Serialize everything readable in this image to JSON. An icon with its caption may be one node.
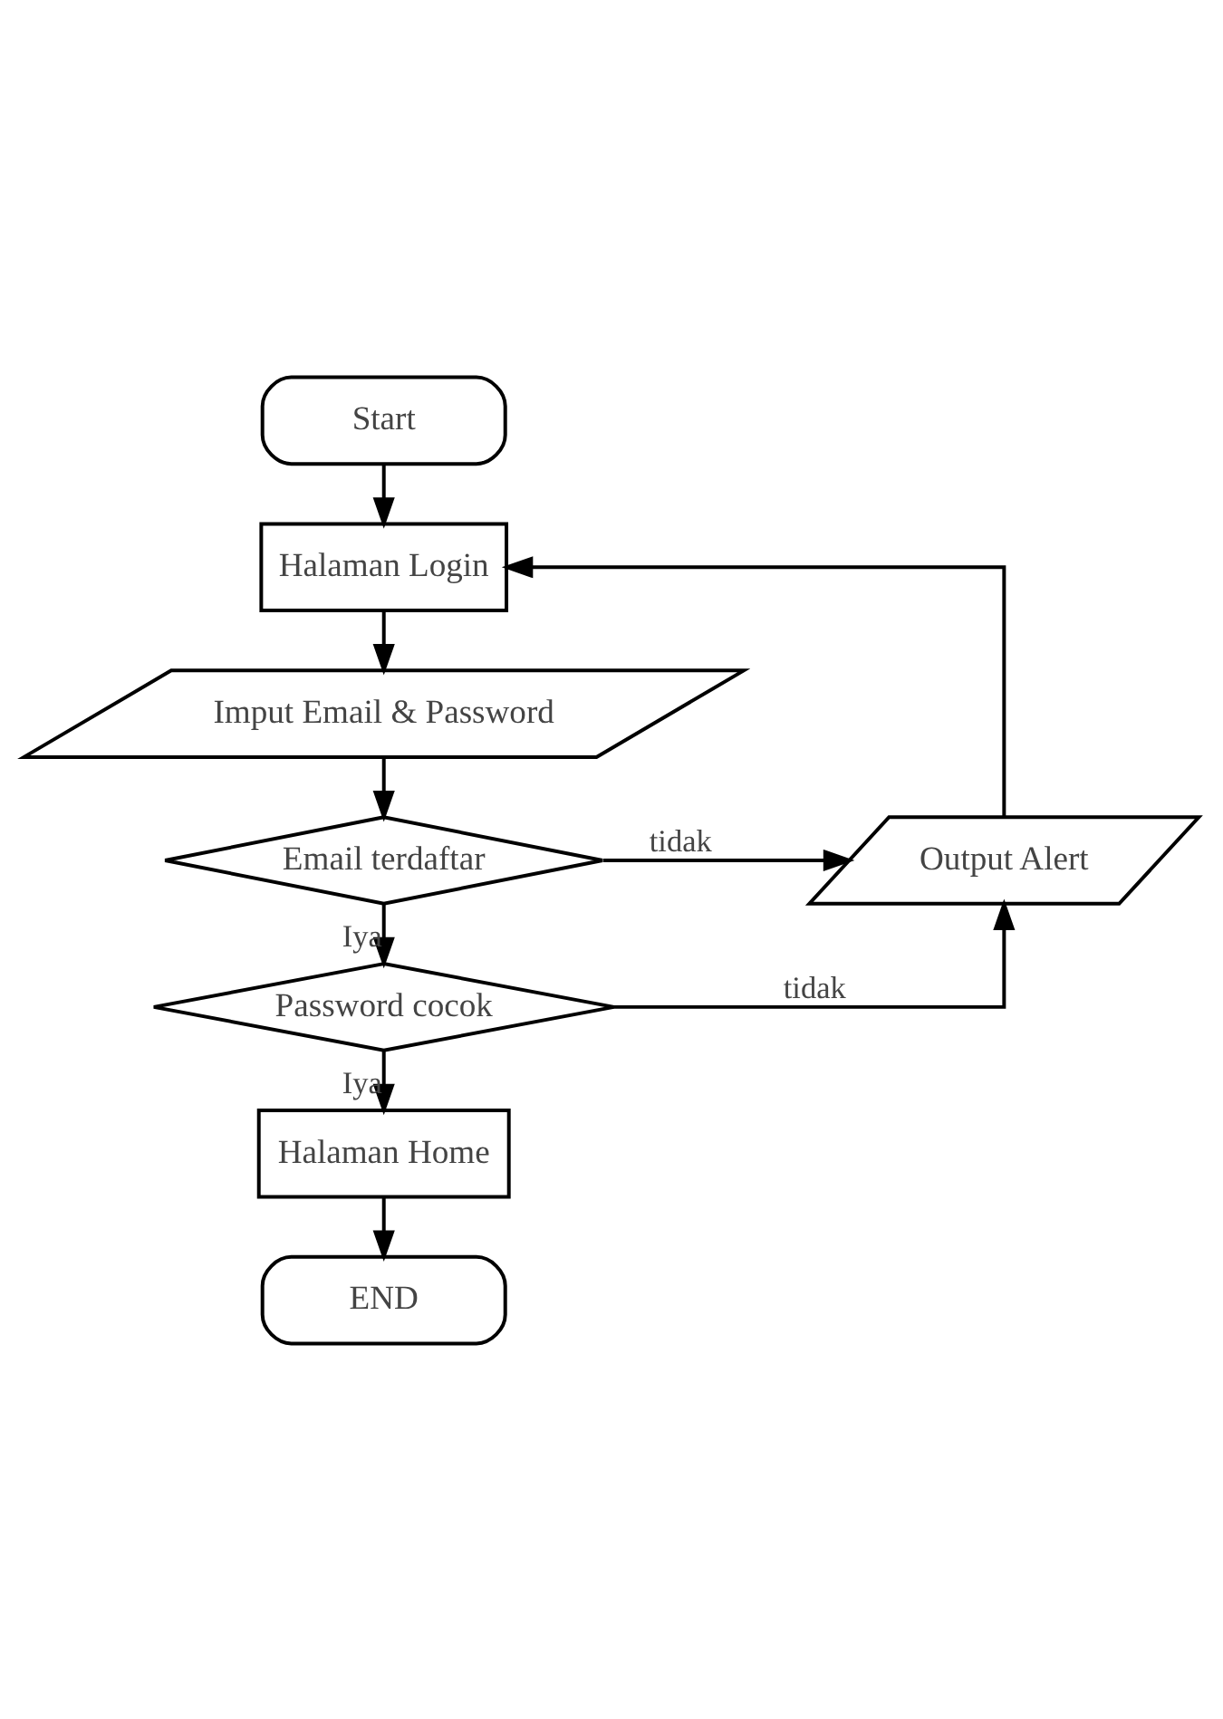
{
  "diagram": {
    "nodes": [
      {
        "text": [
          "Start"
        ]
      },
      {
        "text": [
          "Halaman Login"
        ]
      },
      {
        "text": [
          "Imput Email & Password"
        ]
      },
      {
        "text": [
          "Email terdaftar"
        ]
      },
      {
        "text": [
          "Password cocok"
        ]
      },
      {
        "text": [
          "Output Alert"
        ]
      },
      {
        "text": [
          "Halaman Home"
        ]
      },
      {
        "text": [
          "END"
        ]
      }
    ],
    "edges": [
      {
        "from": 0,
        "to": 1,
        "arrow": "to"
      },
      {
        "from": 1,
        "to": 2,
        "arrow": "to"
      },
      {
        "from": 2,
        "to": 3,
        "arrow": "to"
      },
      {
        "from": 3,
        "to": 4,
        "arrow": "to",
        "label": "Iya"
      },
      {
        "from": 3,
        "to": 5,
        "arrow": "to",
        "label": "tidak"
      },
      {
        "from": 4,
        "to": 5,
        "arrow": "to",
        "label": "tidak"
      },
      {
        "from": 4,
        "to": 6,
        "arrow": "to",
        "label": "Iya"
      },
      {
        "from": 6,
        "to": 7,
        "arrow": "to"
      },
      {
        "from": 5,
        "to": 1,
        "arrow": "to"
      }
    ]
  }
}
